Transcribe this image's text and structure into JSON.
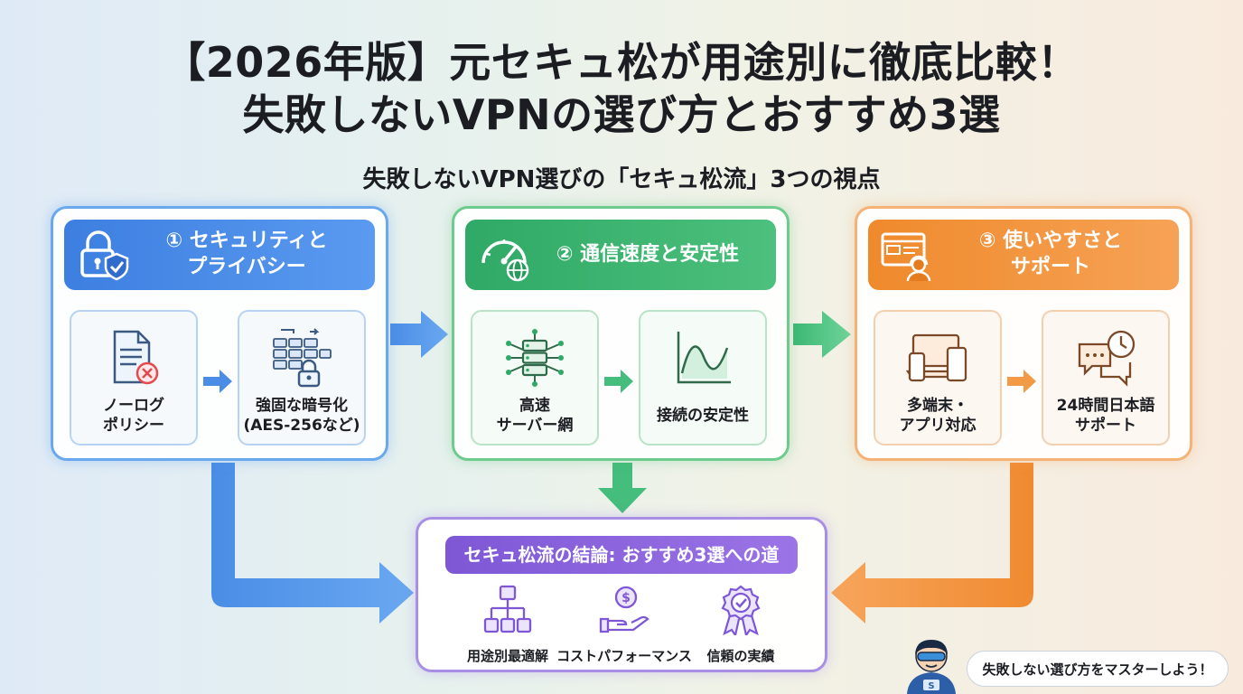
{
  "title": {
    "line1": "【2026年版】元セキュ松が用途別に徹底比較！",
    "line2": "失敗しないVPNの選び方とおすすめ3選"
  },
  "subtitle": "失敗しないVPN選びの「セキュ松流」3つの視点",
  "panels": [
    {
      "heading_line1": "① セキュリティと",
      "heading_line2": "プライバシー",
      "icon": "lock-shield-icon",
      "color": "#3d7fe0",
      "items": [
        {
          "line1": "ノーログ",
          "line2": "ポリシー",
          "icon": "document-x-icon"
        },
        {
          "line1": "強固な暗号化",
          "line2": "(AES-256など)",
          "icon": "encryption-lock-icon"
        }
      ]
    },
    {
      "heading_line1": "② 通信速度と安定性",
      "heading_line2": "",
      "icon": "speedometer-globe-icon",
      "color": "#2fa966",
      "items": [
        {
          "line1": "高速",
          "line2": "サーバー網",
          "icon": "server-network-icon"
        },
        {
          "line1": "接続の安定性",
          "line2": "",
          "icon": "wave-graph-icon"
        }
      ]
    },
    {
      "heading_line1": "③ 使いやすさと",
      "heading_line2": "サポート",
      "icon": "support-agent-icon",
      "color": "#ef8a2c",
      "items": [
        {
          "line1": "多端末・",
          "line2": "アプリ対応",
          "icon": "devices-icon"
        },
        {
          "line1": "24時間日本語",
          "line2": "サポート",
          "icon": "chat-clock-icon"
        }
      ]
    }
  ],
  "result": {
    "heading": "セキュ松流の結論: おすすめ3選への道",
    "color": "#7e57d6",
    "items": [
      {
        "label": "用途別最適解",
        "icon": "flowchart-icon"
      },
      {
        "label": "コストパフォーマンス",
        "icon": "hand-coin-icon"
      },
      {
        "label": "信頼の実績",
        "icon": "award-badge-icon"
      }
    ]
  },
  "mascot_bubble": "失敗しない選び方をマスターしよう！"
}
